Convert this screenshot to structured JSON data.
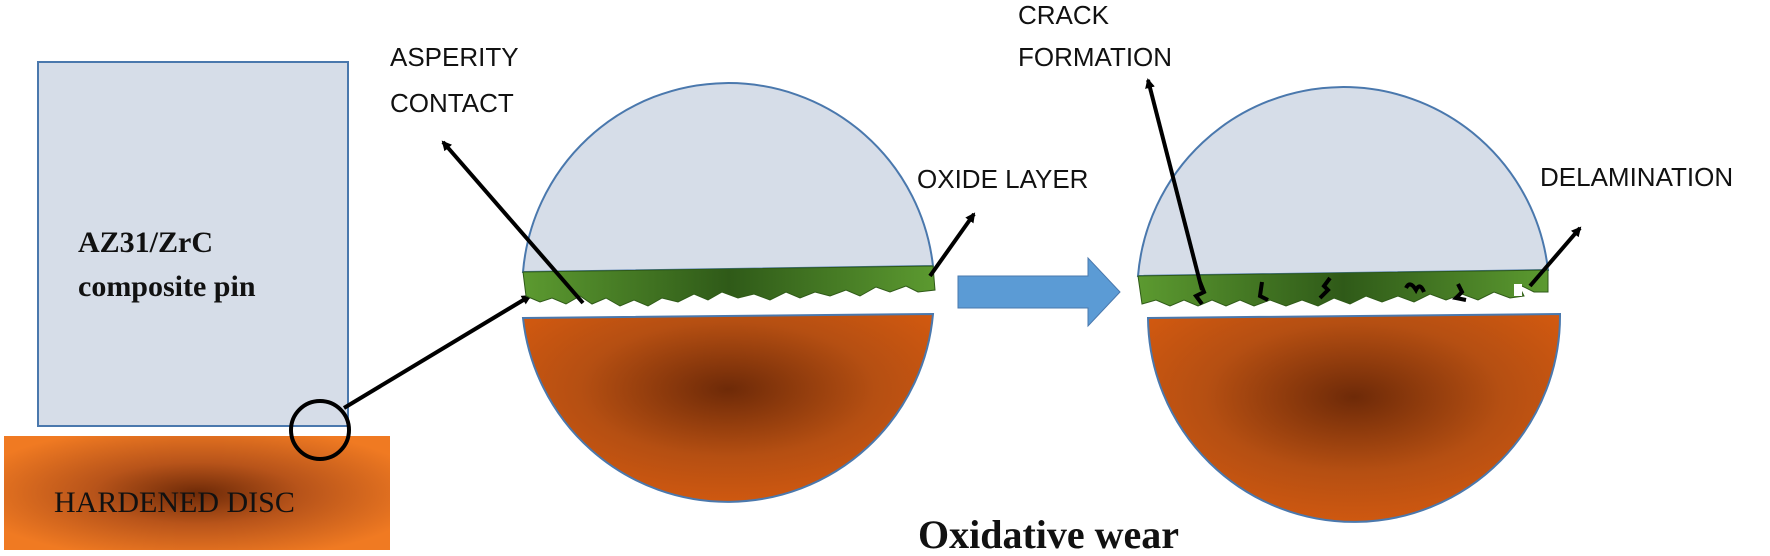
{
  "pin": {
    "label_line1": "AZ31/ZrC",
    "label_line2": "composite pin"
  },
  "disc": {
    "label": "HARDENED DISC"
  },
  "annotations": {
    "asperity_line1": "ASPERITY",
    "asperity_line2": "CONTACT",
    "oxide_layer": "OXIDE LAYER",
    "crack_line1": "CRACK",
    "crack_line2": "FORMATION",
    "delamination": "DELAMINATION"
  },
  "caption": "Oxidative wear",
  "colors": {
    "pin_fill": "#d6dde8",
    "pin_border": "#4a78ad",
    "disc_orange": "#f07a22",
    "disc_dark": "#7a2e08",
    "oxide_green": "#4f8a2a",
    "oxide_dark": "#2f5a18",
    "arrow_blue": "#5b9bd5"
  }
}
